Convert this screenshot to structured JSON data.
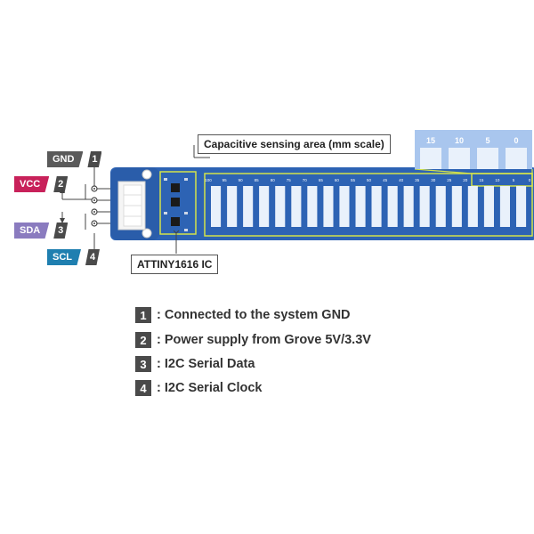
{
  "pins": [
    {
      "name": "GND",
      "num": "1",
      "color": "#5a5a5a"
    },
    {
      "name": "VCC",
      "num": "2",
      "color": "#c8215a"
    },
    {
      "name": "SDA",
      "num": "3",
      "color": "#8a7bbf"
    },
    {
      "name": "SCL",
      "num": "4",
      "color": "#1f7fb0"
    }
  ],
  "callouts": {
    "sensing_area": "Capacitive sensing area (mm scale)",
    "ic": "ATTINY1616 IC"
  },
  "scale_labels": [
    "100",
    "95",
    "90",
    "85",
    "80",
    "75",
    "70",
    "65",
    "60",
    "55",
    "50",
    "45",
    "40",
    "35",
    "30",
    "25",
    "20",
    "15",
    "10",
    "5",
    "0"
  ],
  "zoom_labels": [
    "15",
    "10",
    "5",
    "0"
  ],
  "legend": [
    {
      "num": "1",
      "text": ": Connected to the system GND"
    },
    {
      "num": "2",
      "text": ": Power supply from Grove 5V/3.3V"
    },
    {
      "num": "3",
      "text": ": I2C Serial Data"
    },
    {
      "num": "4",
      "text": ": I2C Serial Clock"
    }
  ],
  "colors": {
    "board": "#2d63b4",
    "pad": "#e9f1fb",
    "highlight": "#d4e34a",
    "zoom_bg": "#a9c6ee"
  }
}
